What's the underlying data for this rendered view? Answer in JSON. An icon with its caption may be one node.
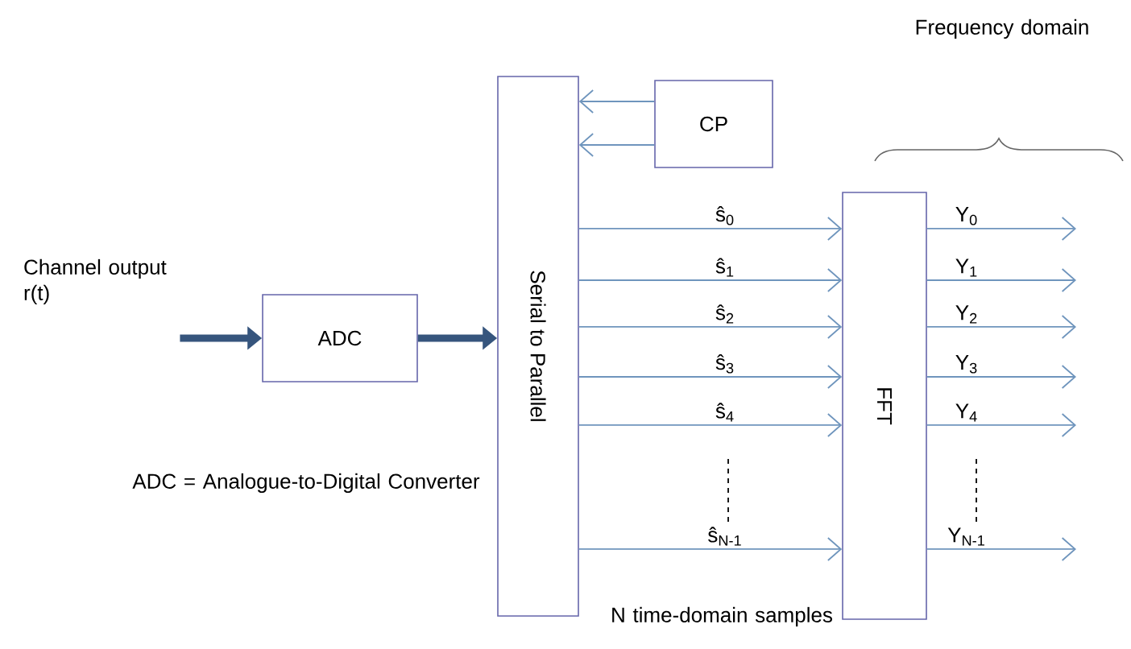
{
  "diagram": {
    "nodes": [
      {
        "text": [
          "Channel output r(t)"
        ]
      },
      {
        "text": [
          "ADC"
        ]
      },
      {
        "text": [
          "Serial to Parallel"
        ]
      },
      {
        "text": [
          "CP"
        ]
      },
      {
        "text": [
          "FFT"
        ]
      }
    ],
    "edges": [
      {
        "from": 0,
        "to": 1,
        "arrow": "to",
        "style": "thick",
        "color": "#36557d"
      },
      {
        "from": 1,
        "to": 2,
        "arrow": "to",
        "style": "thick",
        "color": "#36557d"
      },
      {
        "from": 3,
        "to": 2,
        "arrow": "to"
      },
      {
        "from": 3,
        "to": 2,
        "arrow": "to"
      },
      {
        "from": 2,
        "to": 4,
        "arrow": "to",
        "label": "ŝ$_{0}$"
      },
      {
        "from": 2,
        "to": 4,
        "arrow": "to",
        "label": "ŝ$_{1}$"
      },
      {
        "from": 2,
        "to": 4,
        "arrow": "to",
        "label": "ŝ$_{2}$"
      },
      {
        "from": 2,
        "to": 4,
        "arrow": "to",
        "label": "ŝ$_{3}$"
      },
      {
        "from": 2,
        "to": 4,
        "arrow": "to",
        "label": "ŝ$_{4}$"
      },
      {
        "from": 2,
        "to": 4,
        "arrow": "to",
        "label": "ŝ$_{N-1}$"
      },
      {
        "from": 4,
        "to": null,
        "arrow": "to",
        "label": "Y$_{0}$"
      },
      {
        "from": 4,
        "to": null,
        "arrow": "to",
        "label": "Y$_{1}$"
      },
      {
        "from": 4,
        "to": null,
        "arrow": "to",
        "label": "Y$_{2}$"
      },
      {
        "from": 4,
        "to": null,
        "arrow": "to",
        "label": "Y$_{3}$"
      },
      {
        "from": 4,
        "to": null,
        "arrow": "to",
        "label": "Y$_{4}$"
      },
      {
        "from": 4,
        "to": null,
        "arrow": "to",
        "label": "Y$_{N-1}$"
      }
    ],
    "labels": [
      "Frequency domain",
      "ADC = Analogue-to-Digital Converter",
      "N time-domain samples"
    ]
  }
}
